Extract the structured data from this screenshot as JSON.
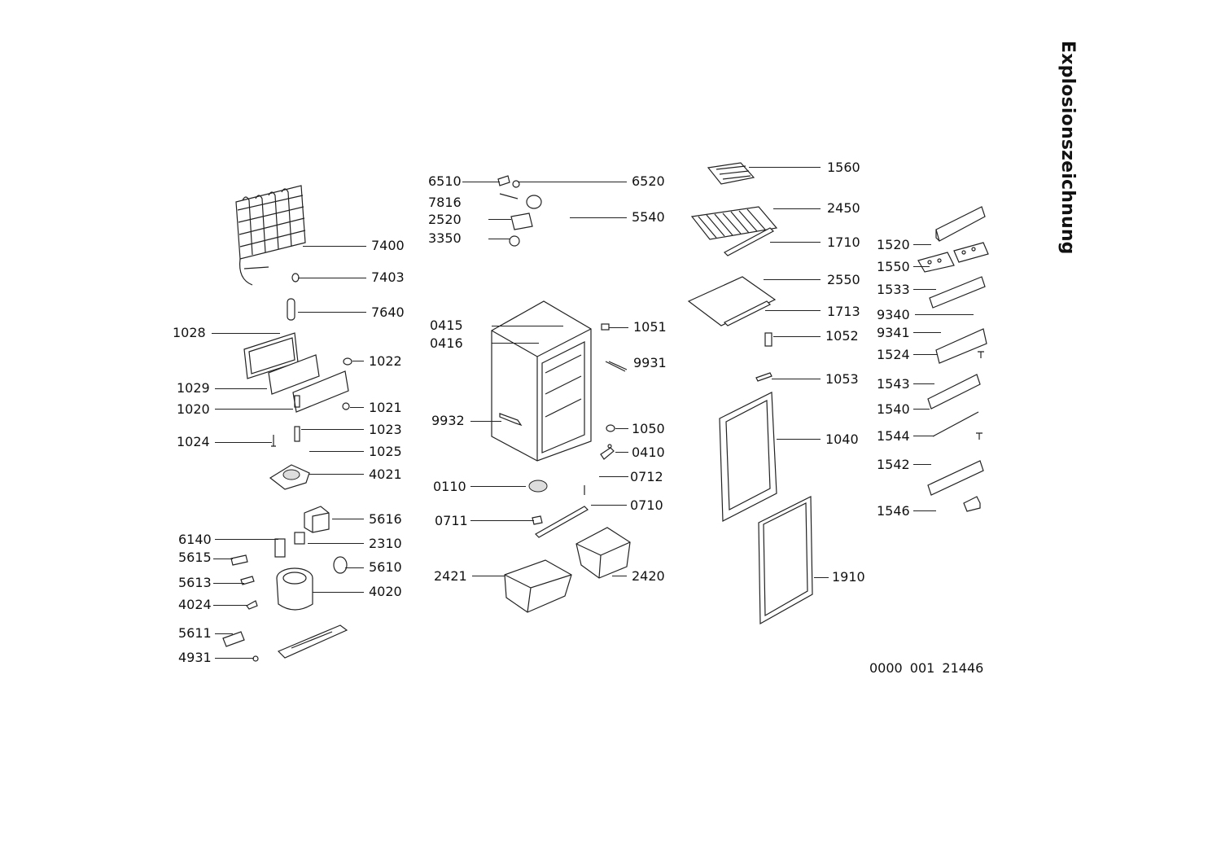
{
  "title": "Explosionszeichnung",
  "document_number": "0000  001  21446",
  "labels": {
    "p7400": "7400",
    "p7403": "7403",
    "p7640": "7640",
    "p1028": "1028",
    "p1022": "1022",
    "p1029": "1029",
    "p1020": "1020",
    "p1021": "1021",
    "p1023": "1023",
    "p1024": "1024",
    "p1025": "1025",
    "p4021": "4021",
    "p5616": "5616",
    "p6140": "6140",
    "p2310": "2310",
    "p5615": "5615",
    "p5610": "5610",
    "p5613": "5613",
    "p4020": "4020",
    "p4024": "4024",
    "p5611": "5611",
    "p4931": "4931",
    "p6510": "6510",
    "p6520": "6520",
    "p7816": "7816",
    "p2520": "2520",
    "p5540": "5540",
    "p3350": "3350",
    "p0415": "0415",
    "p1051": "1051",
    "p0416": "0416",
    "p9931": "9931",
    "p9932": "9932",
    "p1050": "1050",
    "p0410": "0410",
    "p0712": "0712",
    "p0110": "0110",
    "p0710": "0710",
    "p0711": "0711",
    "p2421": "2421",
    "p2420": "2420",
    "p1560": "1560",
    "p2450": "2450",
    "p1710": "1710",
    "p2550": "2550",
    "p1713": "1713",
    "p1052": "1052",
    "p1053": "1053",
    "p1040": "1040",
    "p1910": "1910",
    "p1520": "1520",
    "p1550": "1550",
    "p1533": "1533",
    "p9340": "9340",
    "p9341": "9341",
    "p1524": "1524",
    "p1543": "1543",
    "p1540": "1540",
    "p1544": "1544",
    "p1542": "1542",
    "p1546": "1546"
  }
}
